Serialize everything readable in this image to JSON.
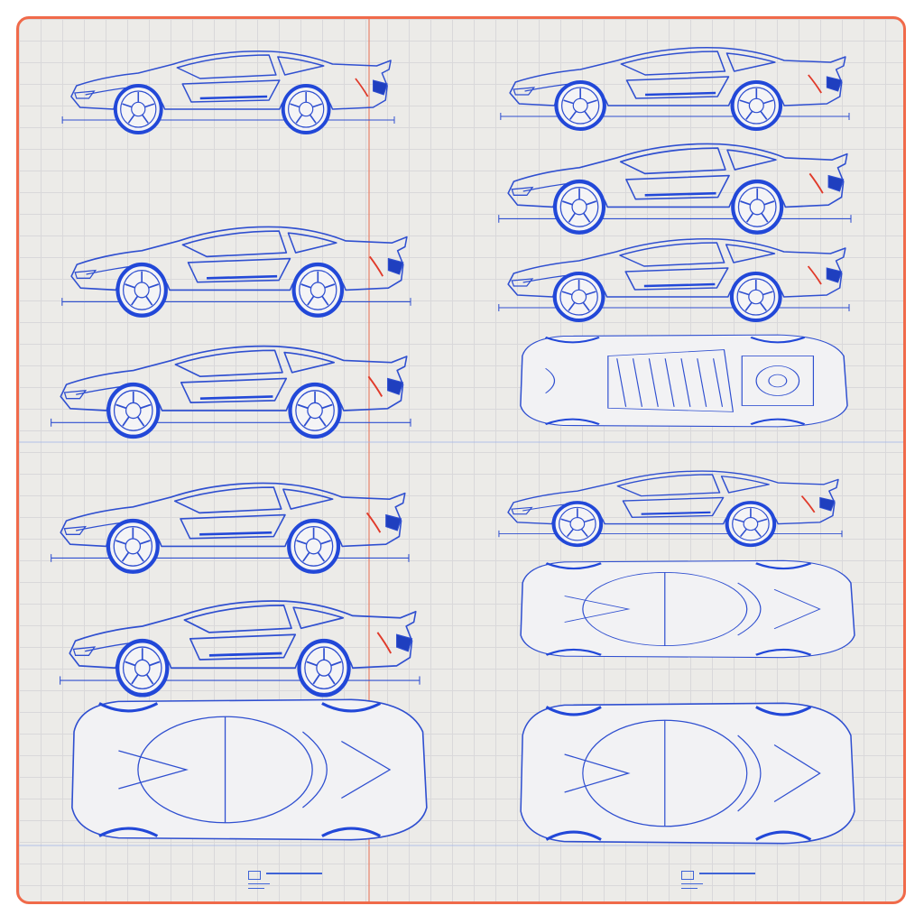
{
  "colors": {
    "paper": "#ecebe8",
    "grid": "#d9d8da",
    "frame": "#f06a4a",
    "guide_red": "#e8826a",
    "ink_blue": "#2f4fd0",
    "wheel_blue": "#2248d8",
    "accent_red": "#e03a2a"
  },
  "drawings": {
    "left_column": [
      {
        "view": "side-profile"
      },
      {
        "view": "side-profile"
      },
      {
        "view": "side-profile"
      },
      {
        "view": "side-profile"
      },
      {
        "view": "side-profile"
      },
      {
        "view": "top-view"
      }
    ],
    "right_column": [
      {
        "view": "side-profile"
      },
      {
        "view": "side-profile"
      },
      {
        "view": "side-profile"
      },
      {
        "view": "underside-view"
      },
      {
        "view": "side-profile"
      },
      {
        "view": "top-view"
      },
      {
        "view": "top-view"
      }
    ]
  },
  "title_blocks": [
    {
      "label": ""
    },
    {
      "label": ""
    }
  ]
}
